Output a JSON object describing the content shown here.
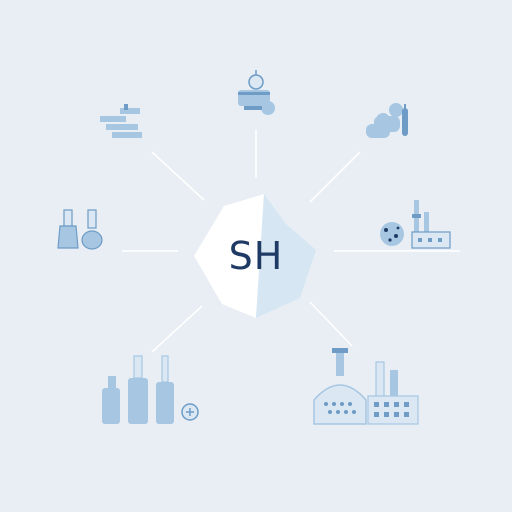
{
  "center": {
    "label": "SH",
    "fill_left": "#ffffff",
    "fill_right": "#d6e7f3"
  },
  "colors": {
    "background": "#e8eef4",
    "connector": "#ffffff",
    "icon_fill": "#a6c6e2",
    "icon_light": "#dbe8f4",
    "icon_stroke": "#6e9cc6",
    "text": "#1f3a64"
  },
  "nodes": [
    {
      "id": "top",
      "icon": "mortar-and-flask-icon"
    },
    {
      "id": "top-right",
      "icon": "people-group-icon"
    },
    {
      "id": "right",
      "icon": "bacteria-and-factory-icon"
    },
    {
      "id": "bottom-right",
      "icon": "chemical-plant-icon"
    },
    {
      "id": "bottom-left",
      "icon": "bottles-and-coin-icon"
    },
    {
      "id": "left",
      "icon": "lab-flasks-icon"
    },
    {
      "id": "top-left",
      "icon": "stacked-bars-icon"
    }
  ]
}
